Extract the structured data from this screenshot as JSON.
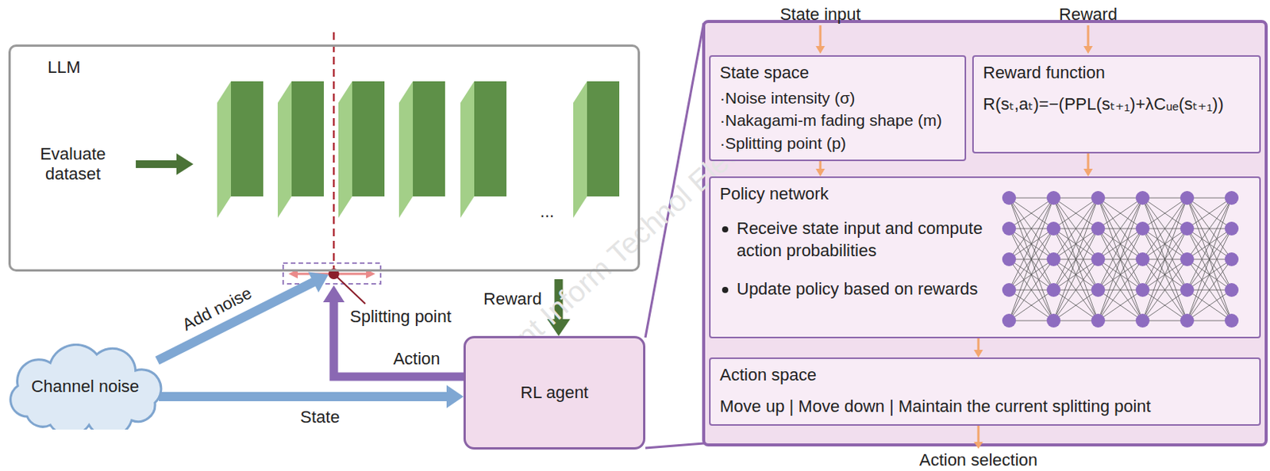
{
  "diagram": {
    "nodes": [
      {
        "text": [
          "LLM"
        ]
      },
      {
        "text": [
          "Channel noise"
        ]
      },
      {
        "text": [
          "RL agent"
        ]
      },
      {
        "text": [
          "State space",
          "·Noise intensity (σ)",
          "·Nakagami-m fading shape (m)",
          "·Splitting point (p)"
        ]
      },
      {
        "text": [
          "Reward function",
          "R(sₜ,aₜ)=−(PPL(sₜ₊₁)+λCᵤₑ(sₜ₊₁))"
        ]
      },
      {
        "text": [
          "Policy network",
          "Receive state input and compute action probabilities",
          "Update policy based on rewards"
        ]
      },
      {
        "text": [
          "Action space",
          "Move up | Move down | Maintain the current splitting point"
        ]
      }
    ],
    "edges": [
      {
        "from": 1,
        "to": 2,
        "arrow": "to",
        "label": "State"
      },
      {
        "from": 1,
        "to": 0,
        "arrow": "to",
        "label": "Add noise"
      },
      {
        "from": 2,
        "to": 0,
        "arrow": "to",
        "label": "Action"
      },
      {
        "from": 0,
        "to": 2,
        "arrow": "to",
        "label": "Reward"
      },
      {
        "from": 3,
        "to": 5,
        "arrow": "to"
      },
      {
        "from": 4,
        "to": 5,
        "arrow": "to"
      },
      {
        "from": 5,
        "to": 6,
        "arrow": "to"
      }
    ],
    "labels": [
      "State input",
      "Reward",
      "Evaluate dataset",
      "...",
      "Splitting point",
      "Action selection",
      "J Front Inform Technol Electron Eng"
    ]
  }
}
